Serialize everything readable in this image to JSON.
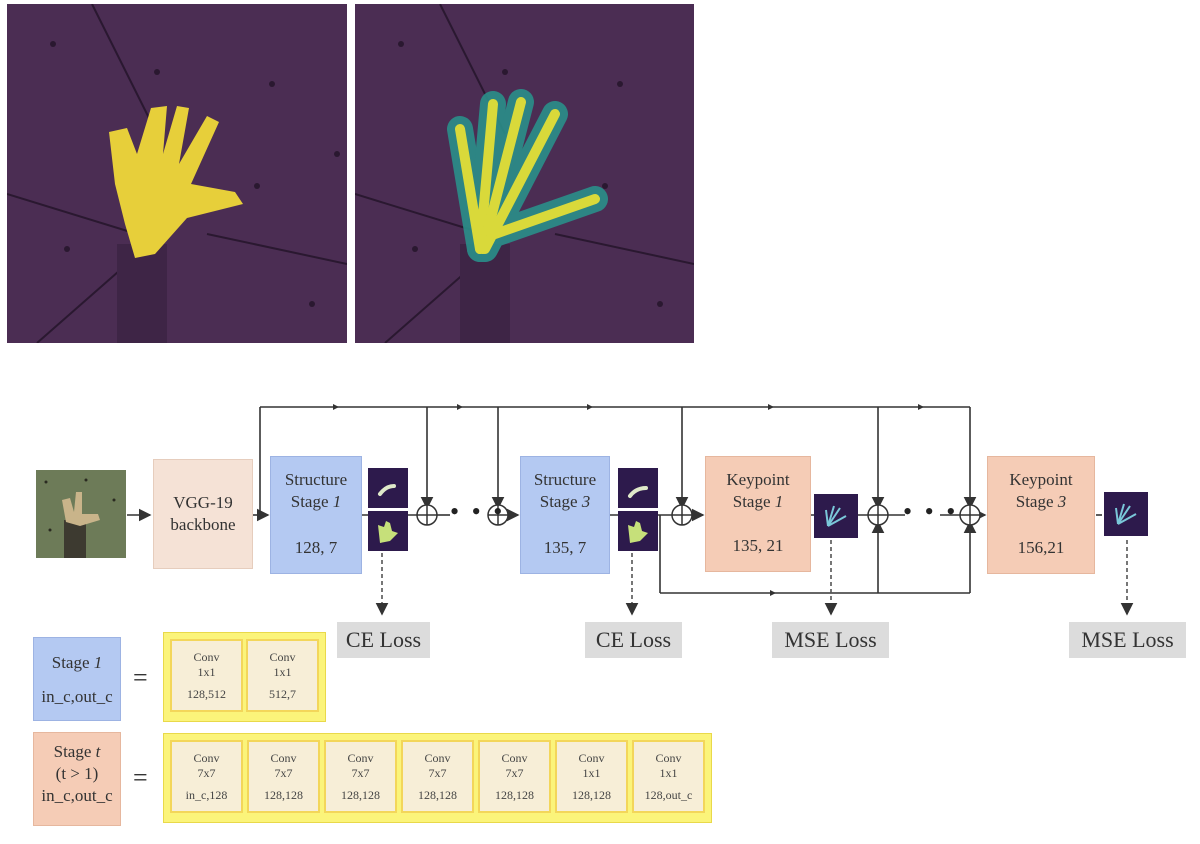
{
  "backbone": {
    "line1": "VGG-19",
    "line2": "backbone"
  },
  "stages": [
    {
      "line1": "Structure",
      "line2": "Stage",
      "num": "1",
      "params": "128, 7"
    },
    {
      "line1": "Structure",
      "line2": "Stage",
      "num": "3",
      "params": "135, 7"
    },
    {
      "line1": "Keypoint",
      "line2": "Stage",
      "num": "1",
      "params": "135, 21"
    },
    {
      "line1": "Keypoint",
      "line2": "Stage",
      "num": "3",
      "params": "156,21"
    }
  ],
  "ellipsis": "• • •",
  "losses": [
    "CE Loss",
    "CE Loss",
    "MSE Loss",
    "MSE Loss"
  ],
  "legend": {
    "stage1": {
      "label": "Stage",
      "num": "1",
      "io": "in_c,out_c"
    },
    "staget": {
      "label": "Stage",
      "num": "t",
      "cond": "(t > 1)",
      "io": "in_c,out_c"
    },
    "equals": "="
  },
  "convs_stage1": [
    {
      "name": "Conv",
      "kernel": "1x1",
      "params": "128,512"
    },
    {
      "name": "Conv",
      "kernel": "1x1",
      "params": "512,7"
    }
  ],
  "convs_staget": [
    {
      "name": "Conv",
      "kernel": "7x7",
      "params": "in_c,128"
    },
    {
      "name": "Conv",
      "kernel": "7x7",
      "params": "128,128"
    },
    {
      "name": "Conv",
      "kernel": "7x7",
      "params": "128,128"
    },
    {
      "name": "Conv",
      "kernel": "7x7",
      "params": "128,128"
    },
    {
      "name": "Conv",
      "kernel": "7x7",
      "params": "128,128"
    },
    {
      "name": "Conv",
      "kernel": "1x1",
      "params": "128,128"
    },
    {
      "name": "Conv",
      "kernel": "1x1",
      "params": "128,out_c"
    }
  ]
}
